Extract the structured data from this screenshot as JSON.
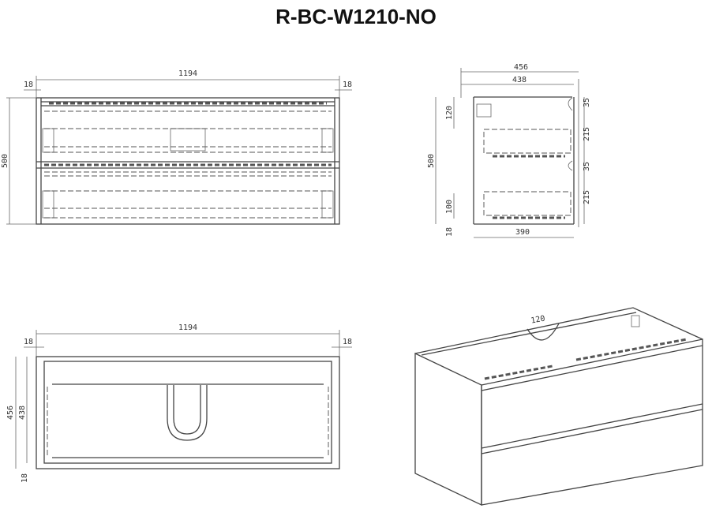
{
  "title": "R-BC-W1210-NO",
  "front_view": {
    "width": "1194",
    "left_panel": "18",
    "right_panel": "18",
    "height": "500"
  },
  "side_view": {
    "depth_total": "456",
    "depth_inner": "438",
    "top_offset": "120",
    "bottom_offset": "100",
    "base": "18",
    "height": "500",
    "drawer_depth": "390",
    "gap_top": "35",
    "drawer_top": "215",
    "gap_mid": "35",
    "drawer_bottom": "215"
  },
  "top_view": {
    "width": "1194",
    "left_panel": "18",
    "right_panel": "18",
    "depth_total": "456",
    "depth_inner": "438",
    "back_panel": "18"
  },
  "iso_view": {
    "cutout": "120"
  }
}
